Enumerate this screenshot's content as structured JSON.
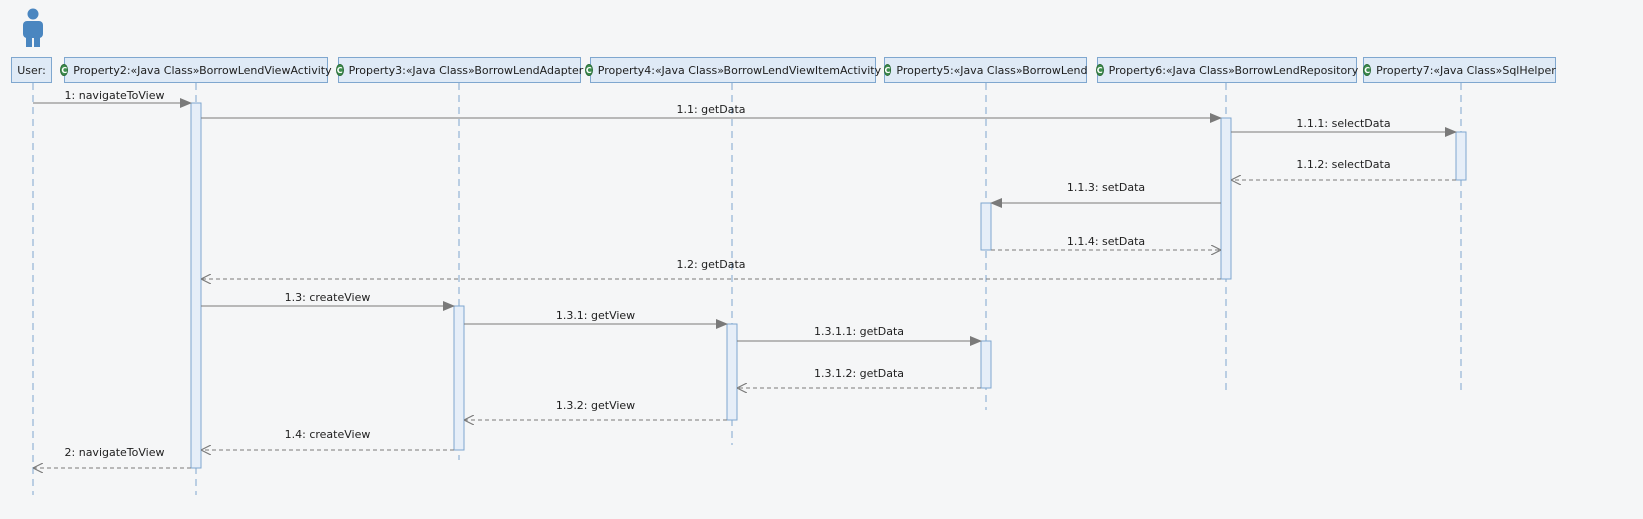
{
  "colors": {
    "lifeline": "#7fa7cf",
    "header_fill": "#dfeaf6",
    "activation_fill": "#e6eef8",
    "arrow": "#7a7a7a",
    "actor": "#4a86c0",
    "class_icon": "#3f8f4f"
  },
  "actor": {
    "icon": "person-icon"
  },
  "lifelines": [
    {
      "name": "User:",
      "class_icon": false
    },
    {
      "name": "Property2:«Java Class»BorrowLendViewActivity",
      "class_icon": true
    },
    {
      "name": "Property3:«Java Class»BorrowLendAdapter",
      "class_icon": true
    },
    {
      "name": "Property4:«Java Class»BorrowLendViewItemActivity",
      "class_icon": true
    },
    {
      "name": "Property5:«Java Class»BorrowLend",
      "class_icon": true
    },
    {
      "name": "Property6:«Java Class»BorrowLendRepository",
      "class_icon": true
    },
    {
      "name": "Property7:«Java Class»SqlHelper",
      "class_icon": true
    }
  ],
  "class_icon_letter": "C",
  "messages": [
    {
      "label": "1: navigateToView",
      "from": 0,
      "to": 1,
      "kind": "call"
    },
    {
      "label": "1.1: getData",
      "from": 1,
      "to": 5,
      "kind": "call"
    },
    {
      "label": "1.1.1: selectData",
      "from": 5,
      "to": 6,
      "kind": "call"
    },
    {
      "label": "1.1.2: selectData",
      "from": 6,
      "to": 5,
      "kind": "return"
    },
    {
      "label": "1.1.3: setData",
      "from": 5,
      "to": 4,
      "kind": "call"
    },
    {
      "label": "1.1.4: setData",
      "from": 4,
      "to": 5,
      "kind": "return"
    },
    {
      "label": "1.2: getData",
      "from": 5,
      "to": 1,
      "kind": "return"
    },
    {
      "label": "1.3: createView",
      "from": 1,
      "to": 2,
      "kind": "call"
    },
    {
      "label": "1.3.1: getView",
      "from": 2,
      "to": 3,
      "kind": "call"
    },
    {
      "label": "1.3.1.1: getData",
      "from": 3,
      "to": 4,
      "kind": "call"
    },
    {
      "label": "1.3.1.2: getData",
      "from": 4,
      "to": 3,
      "kind": "return"
    },
    {
      "label": "1.3.2: getView",
      "from": 3,
      "to": 2,
      "kind": "return"
    },
    {
      "label": "1.4: createView",
      "from": 2,
      "to": 1,
      "kind": "return"
    },
    {
      "label": "2: navigateToView",
      "from": 1,
      "to": 0,
      "kind": "return"
    }
  ]
}
